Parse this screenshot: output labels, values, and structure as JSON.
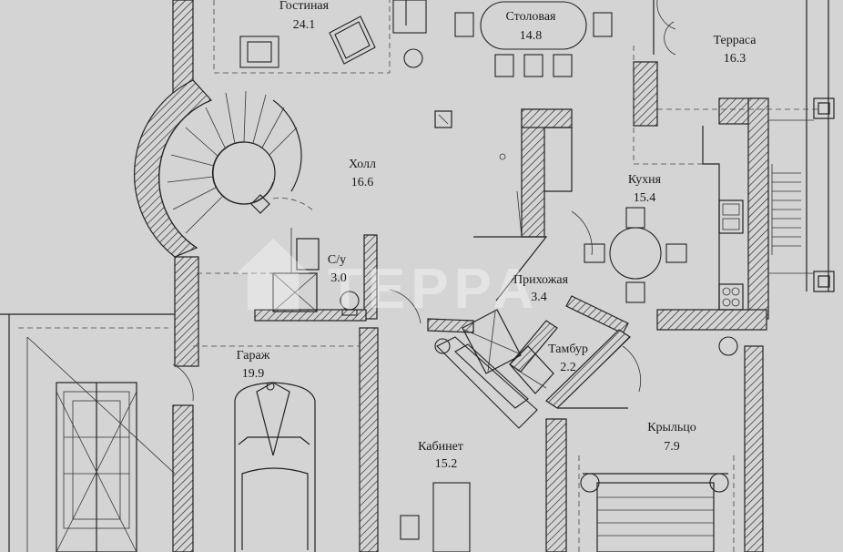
{
  "watermark": "TEPPA",
  "rooms": [
    {
      "name": "Гостиная",
      "area": "24.1"
    },
    {
      "name": "Столовая",
      "area": "14.8"
    },
    {
      "name": "Терраса",
      "area": "16.3"
    },
    {
      "name": "Холл",
      "area": "16.6"
    },
    {
      "name": "Кухня",
      "area": "15.4"
    },
    {
      "name": "С/у",
      "area": "3.0"
    },
    {
      "name": "Прихожая",
      "area": "3.4"
    },
    {
      "name": "Гараж",
      "area": "19.9"
    },
    {
      "name": "Тамбур",
      "area": "2.2"
    },
    {
      "name": "Крыльцо",
      "area": "7.9"
    },
    {
      "name": "Кабинет",
      "area": "15.2"
    }
  ]
}
